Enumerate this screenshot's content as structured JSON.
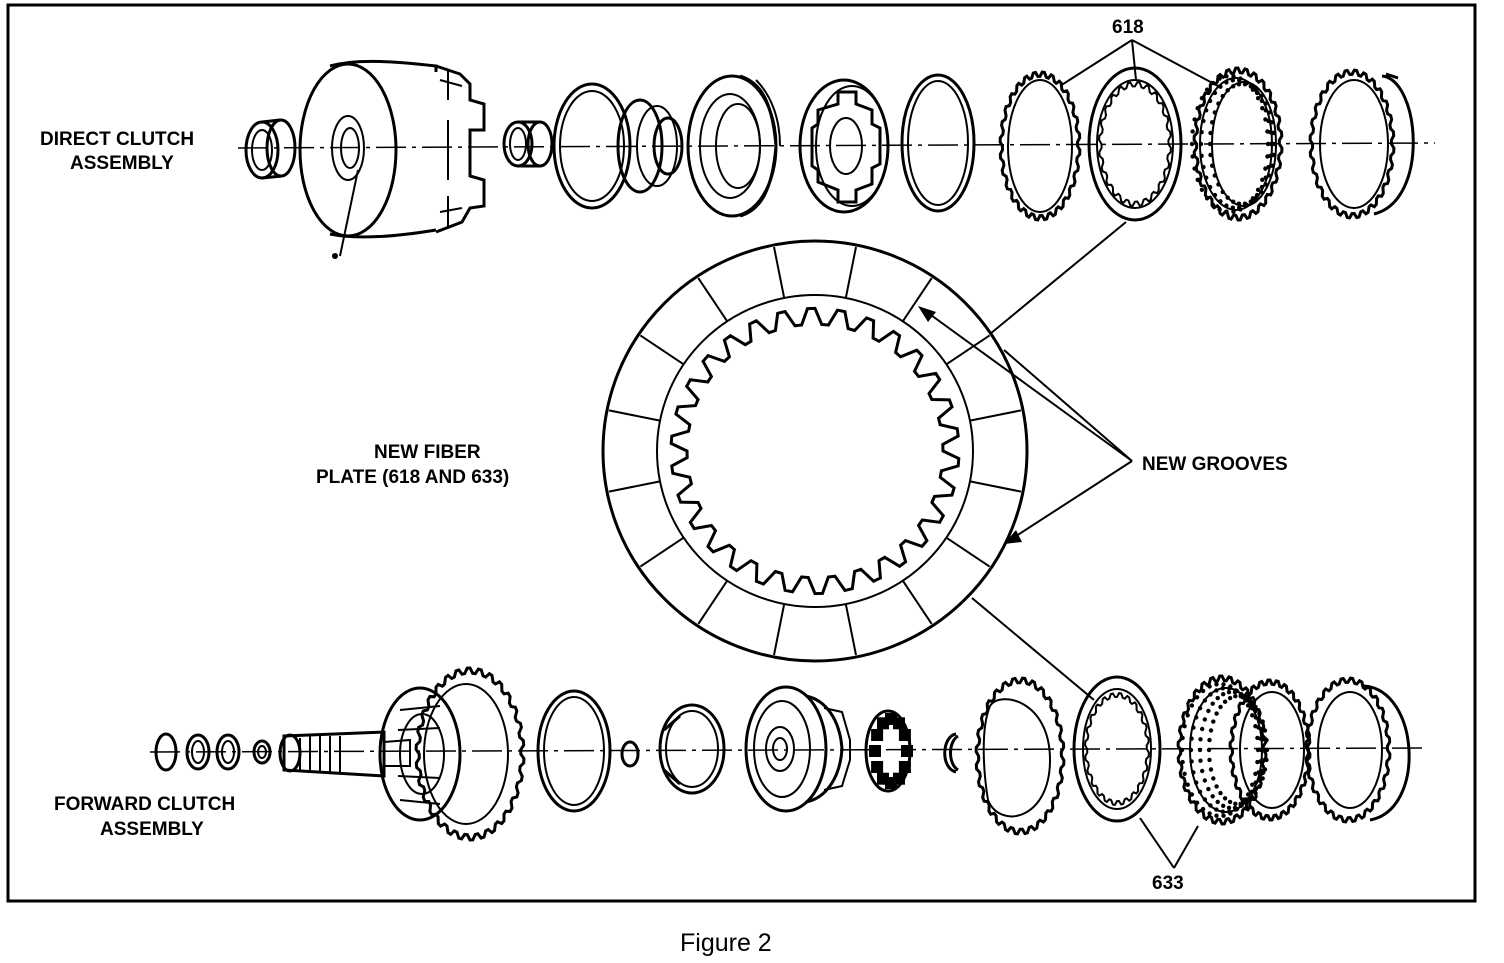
{
  "diagram": {
    "labels": {
      "direct_clutch_line1": "DIRECT CLUTCH",
      "direct_clutch_line2": "ASSEMBLY",
      "forward_clutch_line1": "FORWARD CLUTCH",
      "forward_clutch_line2": "ASSEMBLY",
      "fiber_plate_line1": "NEW FIBER",
      "fiber_plate_line2": "PLATE (618 AND 633)",
      "new_grooves": "NEW GROOVES",
      "part_618": "618",
      "part_633": "633"
    },
    "caption": "Figure 2"
  }
}
